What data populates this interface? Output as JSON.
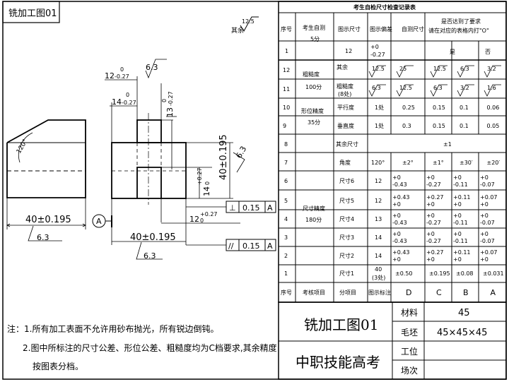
{
  "drawing": {
    "title_box": "铣加工图01",
    "roughness_rest_label": "其余",
    "roughness_rest_value": "12.5",
    "dims": {
      "d1_base": "12",
      "d1_tol": "-0.27",
      "d1_upper": "0",
      "d2_base": "14",
      "d2_tol": "-0.27",
      "d2_upper": "0",
      "d3_base": "13",
      "d3_tol": "-0.27",
      "d3_upper": "0",
      "d4": "40±0.195",
      "d5_base": "14",
      "d5_upper": "+0.27",
      "d5_lower": "0",
      "d6_base": "12",
      "d6_upper": "+0.27",
      "d6_lower": "0",
      "d7": "40±0.195",
      "d8": "40±0.195",
      "angle": "120°",
      "rough_a": "6.3",
      "rough_b": "6.3",
      "rough_c": "6.3",
      "rough_d": "6.3"
    },
    "datum": "A",
    "fcf_perp": {
      "symbol": "⊥",
      "value": "0.15",
      "datum": "A"
    },
    "fcf_par": {
      "symbol": "//",
      "value": "0.15",
      "datum": "A"
    },
    "notes": [
      "注：1.所有加工表面不允许用砂布抛光，所有锐边倒钝。",
      "2.图中所标注的尺寸公差、形位公差、粗糙度均为C档要求,其余精度",
      "按图表分档。"
    ]
  },
  "table": {
    "title": "考生自检尺寸检查记录表",
    "headers": {
      "seq": "序号",
      "item": "考生自测",
      "item2": "5分",
      "fig_size": "图示尺寸",
      "fig_dev": "图示偏差",
      "self": "自测尺寸",
      "judge": "是否达到了要求",
      "judge2": "请在对应的表格内打\"O\"",
      "yes": "是",
      "no": "否"
    },
    "row1": {
      "no": "1",
      "size": "12",
      "dev_up": "+0",
      "dev_low": "-0.27"
    },
    "groups": {
      "rough": {
        "name": "粗糙度",
        "score": "100分"
      },
      "form": {
        "name": "形位精度",
        "score": "35分"
      },
      "dim": {
        "name": "尺寸精度",
        "score": "180分"
      }
    },
    "rough_rows": [
      {
        "no": "12",
        "item": "其余",
        "v": [
          "12.5",
          "25",
          "12.5",
          "6.3",
          "3.2"
        ]
      },
      {
        "no": "11",
        "item": "粗糙度",
        "item2": "(8处)",
        "v": [
          "6.3",
          "12.5",
          "6.3",
          "3.2",
          "1.6"
        ]
      }
    ],
    "form_rows": [
      {
        "no": "10",
        "item": "平行度",
        "fig": "1处",
        "v": [
          "0.25",
          "0.15",
          "0.1",
          "0.06"
        ]
      },
      {
        "no": "9",
        "item": "垂直度",
        "fig": "1处",
        "v": [
          "0.3",
          "0.15",
          "0.1",
          "0.05"
        ]
      }
    ],
    "row8": {
      "no": "8",
      "item": "其余尺寸",
      "value": "±1"
    },
    "row7": {
      "no": "7",
      "item": "角度",
      "fig": "120°",
      "v": [
        "±2°",
        "±1°",
        "±30′",
        "±20′"
      ]
    },
    "dim_rows": [
      {
        "no": "6",
        "item": "尺寸6",
        "fig": "12",
        "v": [
          [
            "+0",
            "-0.43"
          ],
          [
            "+0",
            "-0.27"
          ],
          [
            "+0",
            "-0.11"
          ],
          [
            "+0",
            "-0.07"
          ]
        ]
      },
      {
        "no": "5",
        "item": "尺寸5",
        "fig": "12",
        "v": [
          [
            "+0.43",
            "+0"
          ],
          [
            "+0.27",
            "+0"
          ],
          [
            "+0.11",
            "+0"
          ],
          [
            "+0.07",
            "+0"
          ]
        ]
      },
      {
        "no": "4",
        "item": "尺寸4",
        "fig": "13",
        "v": [
          [
            "+0",
            "-0.43"
          ],
          [
            "+0",
            "-0.27"
          ],
          [
            "+0",
            "-0.11"
          ],
          [
            "+0",
            "-0.07"
          ]
        ]
      },
      {
        "no": "3",
        "item": "尺寸3",
        "fig": "14",
        "v": [
          [
            "+0",
            "-0.43"
          ],
          [
            "+0",
            "-0.27"
          ],
          [
            "+0",
            "-0.11"
          ],
          [
            "+0",
            "-0.07"
          ]
        ]
      },
      {
        "no": "2",
        "item": "尺寸2",
        "fig": "14",
        "v": [
          [
            "+0.43",
            "+0"
          ],
          [
            "+0.27",
            "+0"
          ],
          [
            "+0.11",
            "+0"
          ],
          [
            "+0.07",
            "+0"
          ]
        ]
      }
    ],
    "row1b": {
      "no": "1",
      "item": "尺寸1",
      "fig": "40",
      "fig2": "(3处)",
      "v": [
        "±0.50",
        "±0.195",
        "±0.08",
        "±0.031"
      ]
    },
    "footer": {
      "seq": "序号",
      "check": "考核项目",
      "sub": "分项目",
      "mark": "图示标注",
      "grades": [
        "D",
        "C",
        "B",
        "A"
      ]
    }
  },
  "titleblock": {
    "name": "铣加工图01",
    "org": "中职技能高考",
    "material_label": "材料",
    "material_value": "45",
    "blank_label": "毛坯",
    "blank_value": "45×45×45",
    "station_label": "工位",
    "session_label": "场次"
  }
}
